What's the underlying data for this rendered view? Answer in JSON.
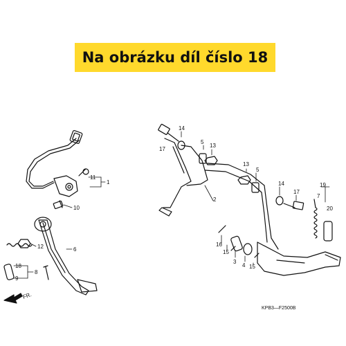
{
  "banner": {
    "text": "Na obrázku díl číslo 18",
    "color": "#ffd92c"
  },
  "diagram_code": "KPB3—F2500B",
  "direction_label": "FR.",
  "callouts": {
    "c1": "1",
    "c2": "2",
    "c3": "3",
    "c4": "4",
    "c5a": "5",
    "c5b": "5",
    "c6": "6",
    "c7": "7",
    "c8": "8",
    "c9": "9",
    "c10": "10",
    "c11": "11",
    "c12": "12",
    "c13a": "13",
    "c13b": "13",
    "c14a": "14",
    "c14b": "14",
    "c15a": "15",
    "c15b": "15",
    "c16": "16",
    "c17a": "17",
    "c17b": "17",
    "c18": "18",
    "c19": "19",
    "c20": "20"
  }
}
